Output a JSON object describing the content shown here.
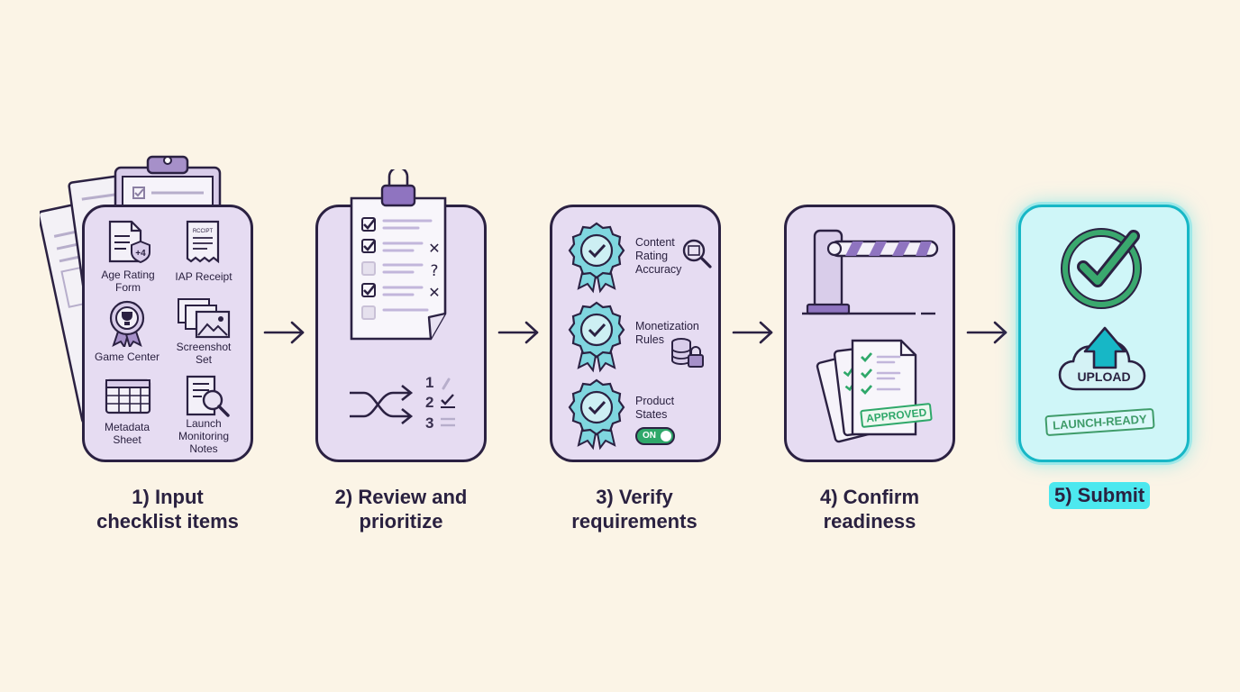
{
  "steps": [
    {
      "title_line1": "1) Input",
      "title_line2": "checklist items"
    },
    {
      "title_line1": "2) Review and",
      "title_line2": "prioritize"
    },
    {
      "title_line1": "3) Verify",
      "title_line2": "requirements"
    },
    {
      "title_line1": "4) Confirm",
      "title_line2": "readiness"
    },
    {
      "title": "5) Submit"
    }
  ],
  "input_items": {
    "age_rating_l1": "Age Rating",
    "age_rating_l2": "Form",
    "age_badge": "+4",
    "iap_receipt": "IAP Receipt",
    "receipt_word": "RCCIPT",
    "game_center": "Game Center",
    "screenshot_l1": "Screenshot",
    "screenshot_l2": "Set",
    "metadata_l1": "Metadata",
    "metadata_l2": "Sheet",
    "launch_l1": "Launch",
    "launch_l2": "Monitoring",
    "launch_l3": "Notes"
  },
  "review": {
    "marks": [
      "✕",
      "?",
      "✕"
    ],
    "rank_numbers": [
      "1",
      "2",
      "3"
    ]
  },
  "verify": {
    "content_l1": "Content",
    "content_l2": "Rating",
    "content_l3": "Accuracy",
    "monetization_l1": "Monetization",
    "monetization_l2": "Rules",
    "product_l1": "Product",
    "product_l2": "States",
    "toggle_label": "ON"
  },
  "confirm": {
    "stamp": "APPROVED"
  },
  "submit": {
    "upload_label": "UPLOAD",
    "launch_stamp": "LAUNCH-READY"
  },
  "colors": {
    "background": "#fbf4e6",
    "card": "#e6dcf2",
    "outline": "#2b2142",
    "accent_teal": "#17b7c6",
    "success_green": "#2fa86a",
    "badge_teal": "#7fd6df"
  }
}
